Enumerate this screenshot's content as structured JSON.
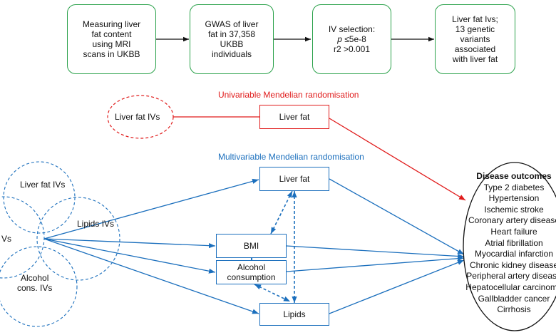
{
  "pipeline": [
    {
      "text": "Measuring liver\nfat content\nusing MRI\nscans in UKBB"
    },
    {
      "text": "GWAS of liver\nfat in 37,358\nUKBB\nindividuals"
    },
    {
      "text_line1": "IV selection:",
      "p_symbol": "p",
      "text_line2": " ≤5e-8",
      "text_line3": "r2 >0.001"
    },
    {
      "text": "Liver fat Ivs;\n13 genetic\nvariants\nassociated\nwith liver fat"
    }
  ],
  "univariable": {
    "title": "Univariable Mendelian randomisation",
    "exposure_ivs": "Liver fat IVs",
    "exposure": "Liver fat"
  },
  "multivariable": {
    "title": "Multivariable Mendelian randomisation",
    "iv_sets": {
      "liver_fat": "Liver fat IVs",
      "bmi_cut": "Vs",
      "lipids": "Lipids IVs",
      "alcohol": "Alcohol\ncons. IVs"
    },
    "exposures": {
      "liver_fat": "Liver fat",
      "bmi": "BMI",
      "alcohol": "Alcohol\nconsumption",
      "lipids": "Lipids"
    }
  },
  "outcomes": {
    "heading": "Disease outcomes",
    "items": [
      "Type 2 diabetes",
      "Hypertension",
      "Ischemic stroke",
      "Coronary artery disease",
      "Heart failure",
      "Atrial fibrillation",
      "Myocardial infarction",
      "Chronic kidney disease",
      "Peripheral artery disease",
      "Hepatocellular carcinoma",
      "Gallbladder cancer",
      "Cirrhosis"
    ]
  },
  "colors": {
    "pipeline_border": "#2aa14a",
    "univariable": "#e01b1b",
    "multivariable": "#1b6fbd"
  }
}
